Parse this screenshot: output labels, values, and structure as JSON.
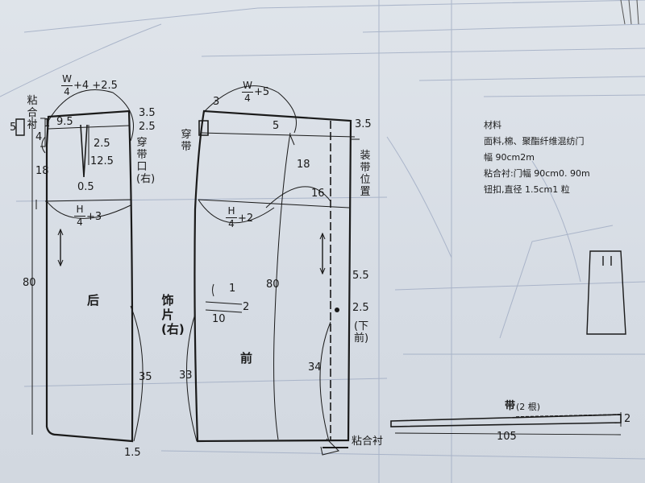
{
  "back_piece": {
    "glue_label": "粘合衬",
    "waist_formula": {
      "num": "W",
      "den": "4",
      "suffix": "+4 +2.5"
    },
    "hip_formula": {
      "num": "H",
      "den": "4",
      "suffix": "+3"
    },
    "dims": {
      "d5": "5",
      "d4": "4",
      "d1": "1",
      "d95": "9.5",
      "d35": "3.5",
      "d25": "2.5",
      "dart_len": "2.5",
      "dart_len2": "12.5",
      "d18": "18",
      "d05": "0.5",
      "d80": "80",
      "d35b": "35",
      "d15": "1.5"
    },
    "label": "后",
    "belt_slot": "穿带口(右)"
  },
  "front_piece": {
    "waist_formula": {
      "num": "W",
      "den": "4",
      "suffix": "+5"
    },
    "hip_formula": {
      "num": "H",
      "den": "4",
      "suffix": "+2"
    },
    "dims": {
      "d3": "3",
      "d5": "5",
      "d35": "3.5",
      "d18": "18",
      "d16": "16",
      "d80": "80",
      "d55": "5.5",
      "d25": "2.5",
      "d34": "34",
      "d33": "33",
      "d1": "1",
      "d2": "2",
      "d10": "10"
    },
    "label": "前",
    "thread_belt": "穿带",
    "belt_position": "装带位置",
    "lower_front": "(下前)",
    "glue_label": "粘合衬"
  },
  "decoration": {
    "label": "饰片(右)"
  },
  "strap": {
    "title": "带",
    "count": "(2 根)",
    "length": "105",
    "width": "2"
  },
  "materials": {
    "title": "材料",
    "fabric": "面料,棉、聚酯纤维混纺门",
    "width": "幅 90cm2m",
    "interfacing": "粘合衬:门幅 90cm0. 90m",
    "button": "钮扣,直径 1.5cm1 粒"
  },
  "colors": {
    "ink": "#1a1a1a",
    "paper": "#d9dfe6",
    "faint": "#9aa8c0"
  }
}
